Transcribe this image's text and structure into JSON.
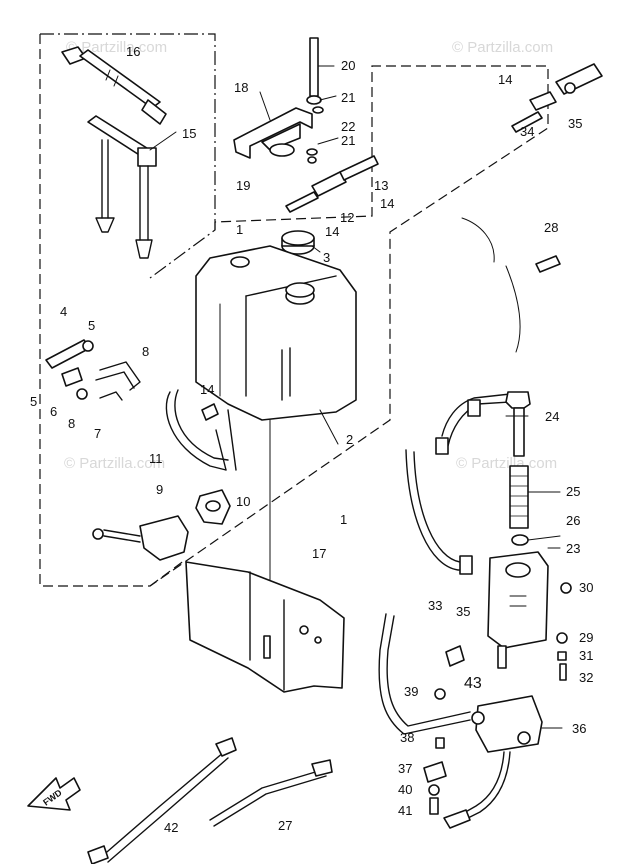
{
  "watermark": "© Partzilla.com",
  "forward_label": "FWD",
  "callouts": {
    "c1": "1",
    "c2": "2",
    "c3": "3",
    "c4": "4",
    "c5a": "5",
    "c5b": "5",
    "c6": "6",
    "c7": "7",
    "c8a": "8",
    "c8b": "8",
    "c9": "9",
    "c10": "10",
    "c11": "11",
    "c12": "12",
    "c13": "13",
    "c14a": "14",
    "c14b": "14",
    "c14c": "14",
    "c14d": "14",
    "c15": "15",
    "c16": "16",
    "c17": "17",
    "c18": "18",
    "c19": "19",
    "c20": "20",
    "c21a": "21",
    "c21b": "21",
    "c22": "22",
    "c23": "23",
    "c24": "24",
    "c25": "25",
    "c26": "26",
    "c27": "27",
    "c28": "28",
    "c29": "29",
    "c30": "30",
    "c31": "31",
    "c32": "32",
    "c33": "33",
    "c34": "34",
    "c35a": "35",
    "c35b": "35",
    "c36": "36",
    "c37": "37",
    "c38": "38",
    "c39": "39",
    "c40": "40",
    "c41": "41",
    "c42": "42",
    "c43": "43"
  }
}
